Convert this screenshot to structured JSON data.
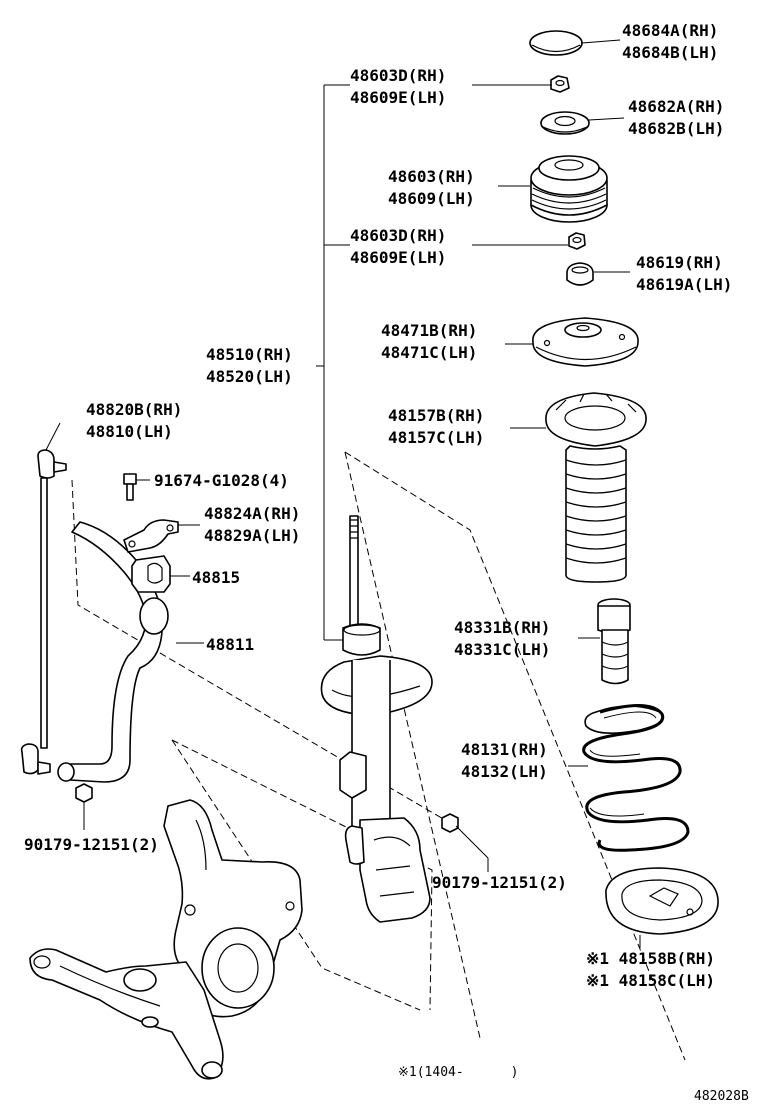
{
  "labels": {
    "cap": [
      "48684A(RH)",
      "48684B(LH)"
    ],
    "nut_top": [
      "48603D(RH)",
      "48609E(LH)"
    ],
    "seat_upper": [
      "48682A(RH)",
      "48682B(LH)"
    ],
    "support": [
      "48603(RH)",
      "48609(LH)"
    ],
    "nut_mid": [
      "48603D(RH)",
      "48609E(LH)"
    ],
    "stopper": [
      "48619(RH)",
      "48619A(LH)"
    ],
    "insulator": [
      "48471B(RH)",
      "48471C(LH)"
    ],
    "boot": [
      "48157B(RH)",
      "48157C(LH)"
    ],
    "strut": [
      "48510(RH)",
      "48520(LH)"
    ],
    "link": [
      "48820B(RH)",
      "48810(LH)"
    ],
    "bolt": "91674-G1028(4)",
    "bracket": [
      "48824A(RH)",
      "48829A(LH)"
    ],
    "bushing": "48815",
    "stabilizer_bar": "48811",
    "bumper": [
      "48331B(RH)",
      "48331C(LH)"
    ],
    "spring": [
      "48131(RH)",
      "48132(LH)"
    ],
    "nut_left": "90179-12151(2)",
    "nut_right": "90179-12151(2)",
    "lower_seat": [
      "※1 48158B(RH)",
      "※1 48158C(LH)"
    ],
    "footnote": "※1(1404-      )",
    "figure_id": "482028B"
  }
}
